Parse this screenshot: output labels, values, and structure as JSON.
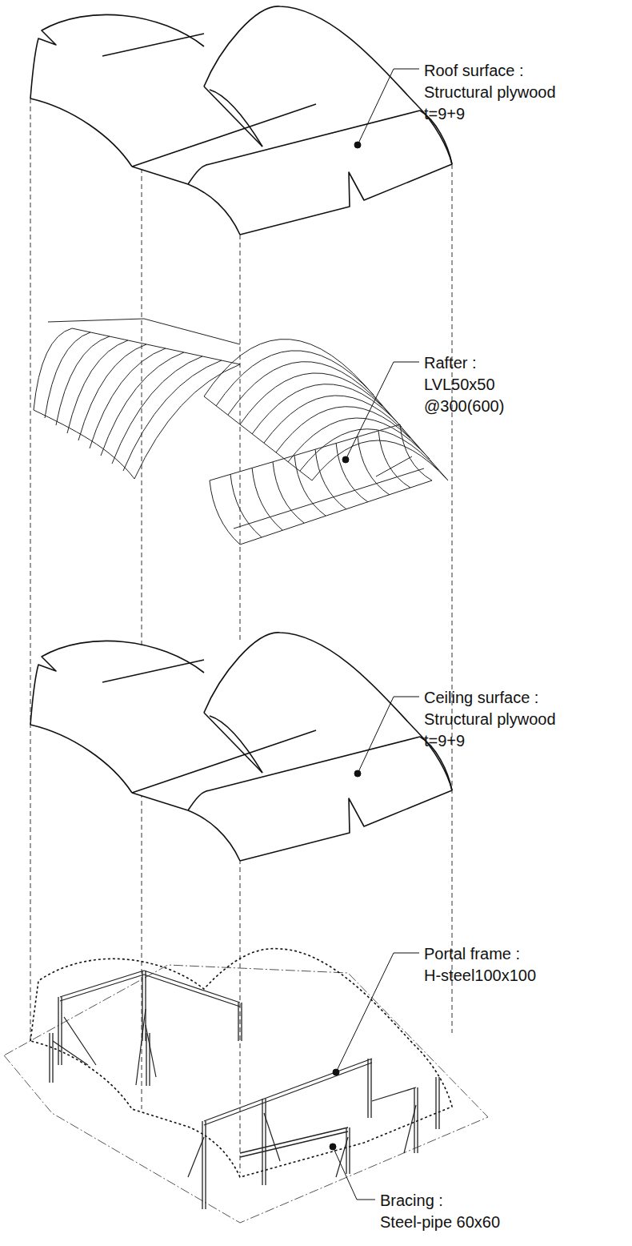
{
  "diagram": {
    "labels": [
      "Roof surface :",
      "Structural plywood",
      "t=9+9",
      "Rafter :",
      "LVL50x50",
      "@300(600)",
      "Ceiling surface :",
      "Structural plywood",
      "t=9+9",
      "Portal frame :",
      "H-steel100x100",
      "Bracing :",
      "Steel-pipe 60x60"
    ]
  }
}
